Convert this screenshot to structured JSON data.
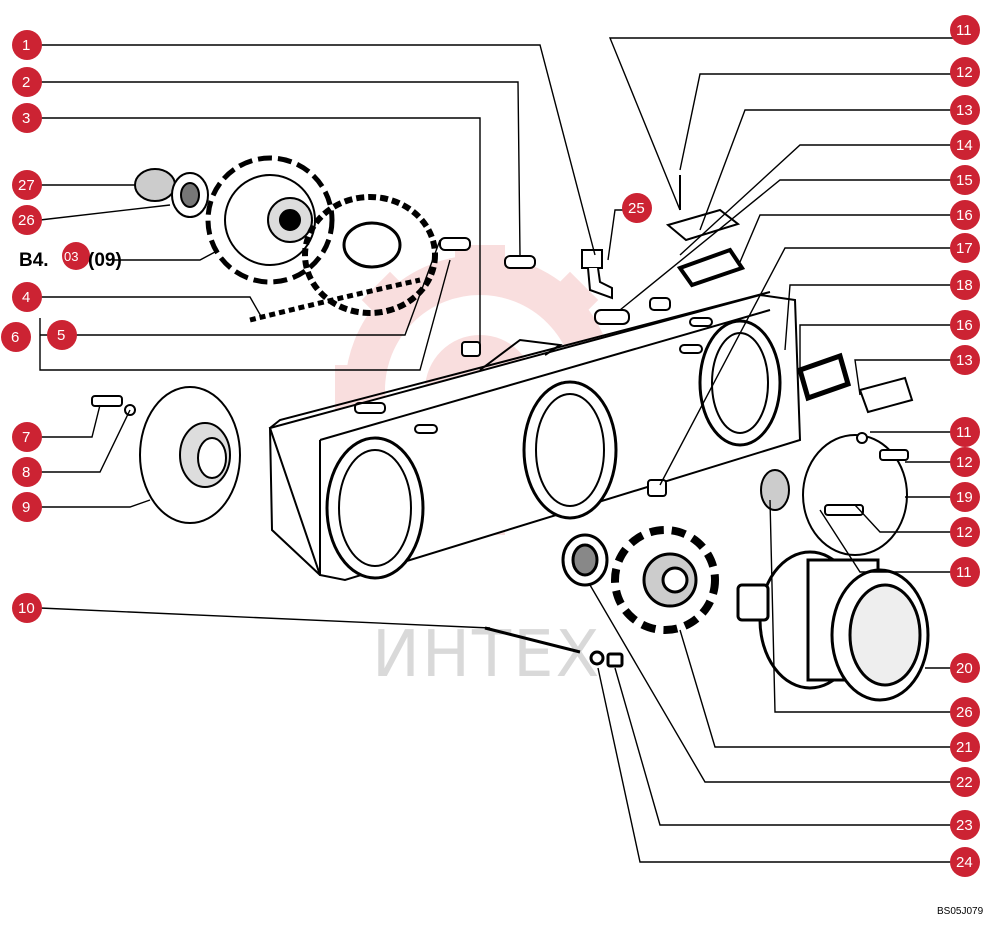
{
  "diagram": {
    "heading": "B4.",
    "heading_badge": "03",
    "heading_suffix": "(09)",
    "figure_code": "BS05J079",
    "watermark_text": "ИНТЕХ",
    "colors": {
      "callout": "#cc2333",
      "callout_text": "#ffffff",
      "line": "#000000",
      "watermark": "#f2b8b8"
    },
    "callouts_left": [
      "1",
      "2",
      "3",
      "27",
      "26",
      "4",
      "6",
      "5",
      "7",
      "8",
      "9",
      "10"
    ],
    "callouts_right": [
      "11",
      "12",
      "13",
      "14",
      "15",
      "16",
      "17",
      "18",
      "16",
      "13",
      "11",
      "12",
      "19",
      "12",
      "11",
      "20",
      "26",
      "21",
      "22",
      "23",
      "24"
    ],
    "callouts_inner": [
      "25"
    ]
  }
}
